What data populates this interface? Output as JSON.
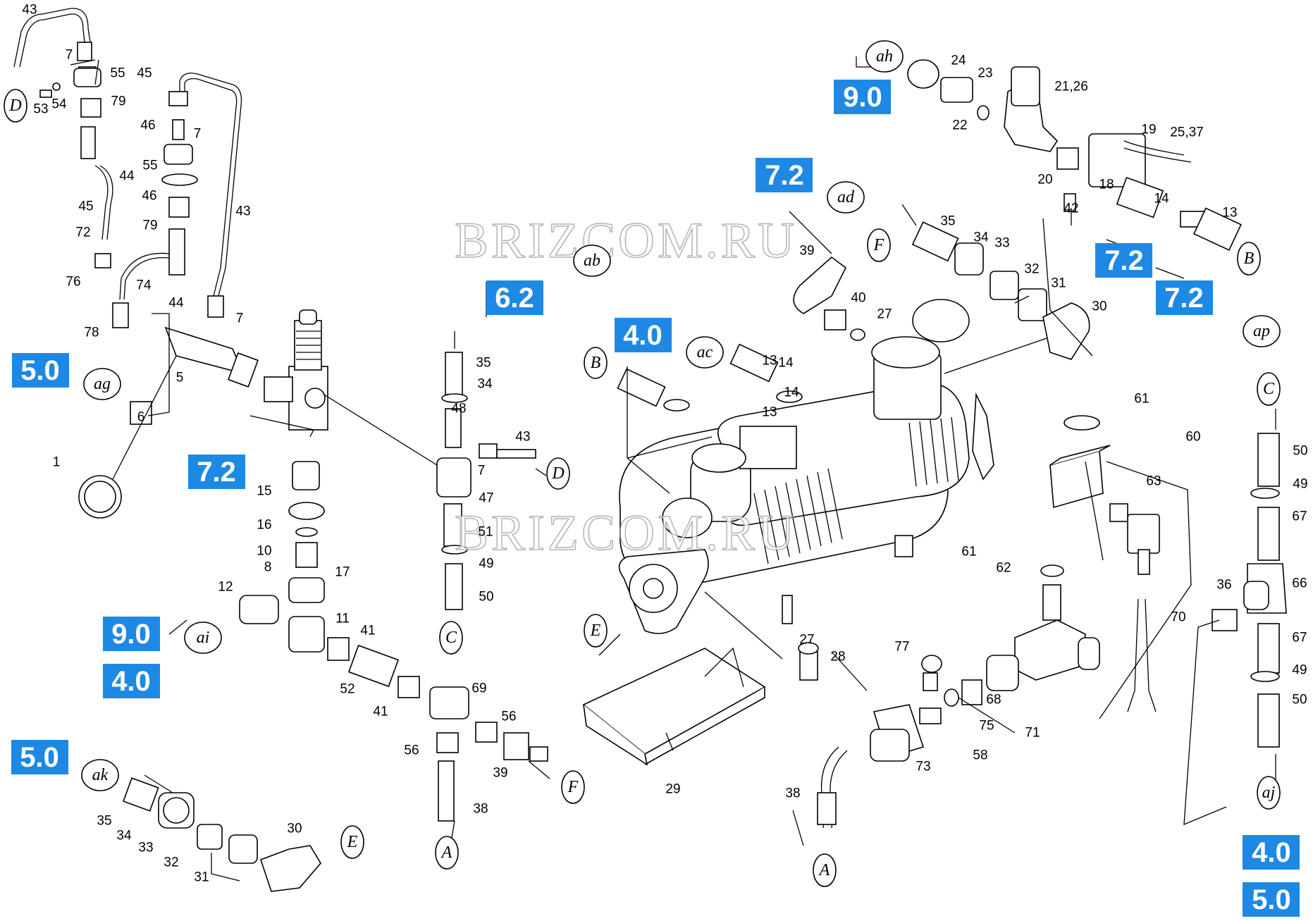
{
  "watermark": "BRIZCOM.RU",
  "section_labels": [
    "9.0",
    "7.2",
    "6.2",
    "4.0",
    "5.0",
    "7.2",
    "7.2",
    "7.2",
    "9.0",
    "4.0",
    "5.0",
    "4.0",
    "5.0",
    "7.2"
  ],
  "connector_labels": [
    "D",
    "ag",
    "ai",
    "ak",
    "E",
    "ab",
    "D",
    "C",
    "F",
    "A",
    "B",
    "ac",
    "E",
    "F",
    "ad",
    "ah",
    "B",
    "ap",
    "C",
    "aj",
    "A"
  ],
  "part_numbers": [
    "43",
    "7",
    "55",
    "45",
    "53",
    "54",
    "79",
    "46",
    "7",
    "44",
    "55",
    "46",
    "79",
    "43",
    "45",
    "72",
    "76",
    "74",
    "44",
    "7",
    "78",
    "5",
    "6",
    "1",
    "15",
    "16",
    "10",
    "8",
    "17",
    "12",
    "11",
    "41",
    "52",
    "41",
    "69",
    "56",
    "56",
    "39",
    "38",
    "35",
    "34",
    "48",
    "7",
    "43",
    "47",
    "51",
    "49",
    "50",
    "35",
    "34",
    "33",
    "32",
    "31",
    "30",
    "24",
    "23",
    "21,26",
    "22",
    "19",
    "25,37",
    "20",
    "18",
    "14",
    "13",
    "42",
    "35",
    "34",
    "33",
    "32",
    "31",
    "30",
    "39",
    "40",
    "27",
    "13",
    "14",
    "13",
    "14",
    "61",
    "60",
    "63",
    "61",
    "62",
    "70",
    "36",
    "50",
    "49",
    "67",
    "66",
    "67",
    "49",
    "50",
    "27",
    "28",
    "29",
    "77",
    "73",
    "58",
    "75",
    "71",
    "68",
    "38"
  ]
}
